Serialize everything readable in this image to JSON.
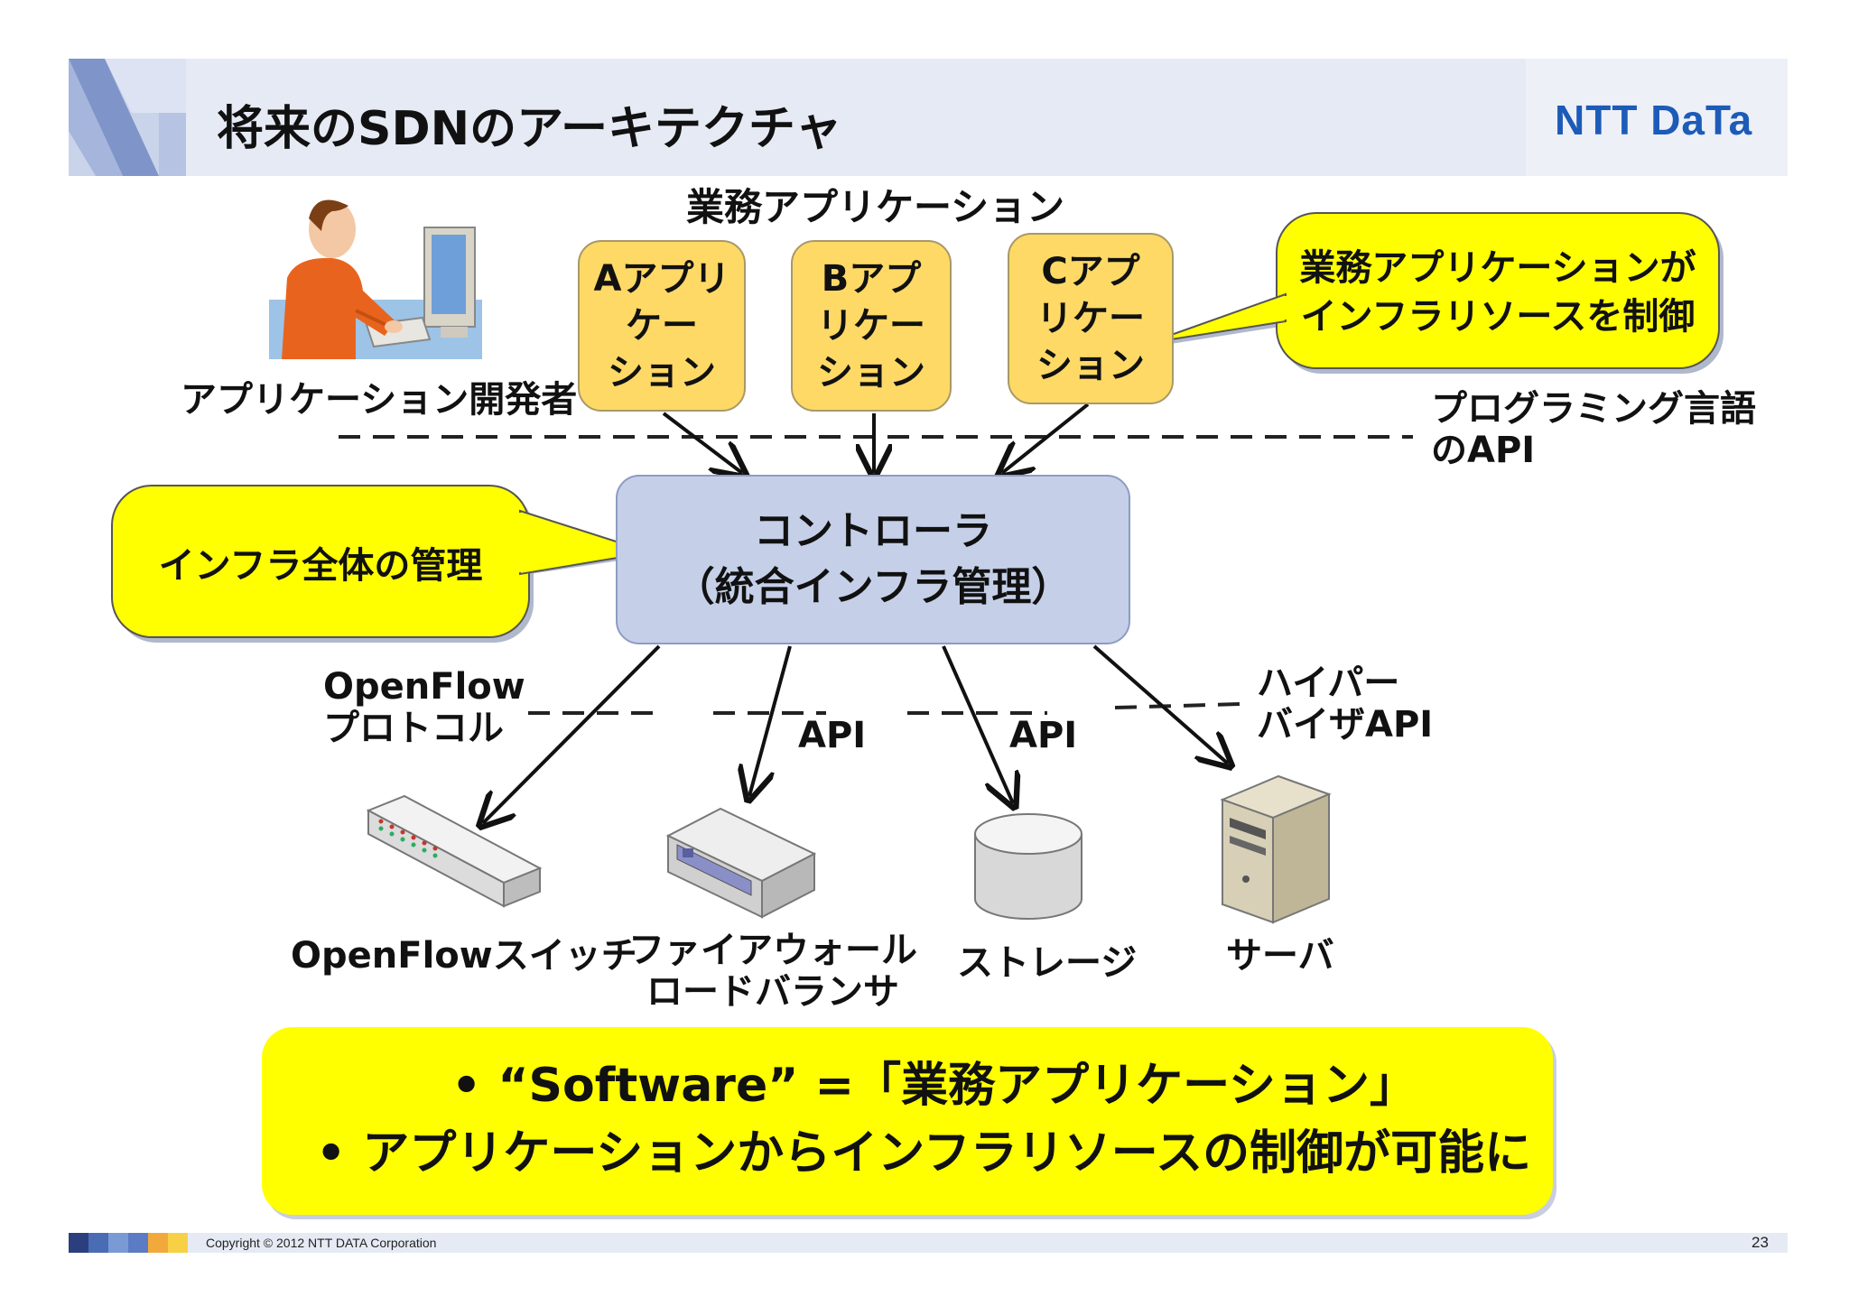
{
  "slide": {
    "title": "将来のSDNのアーキテクチャ",
    "logo": "NTT DaTa",
    "copyright": "Copyright © 2012 NTT DATA Corporation",
    "page_number": "23"
  },
  "diagram": {
    "business_apps_label": "業務アプリケーション",
    "apps": [
      "Aアプリ\nケー\nション",
      "Bアプ\nリケー\nション",
      "Cアプ\nリケー\nション"
    ],
    "developer_label": "アプリケーション開発者",
    "callout_right": [
      "業務アプリケーションが",
      "インフラリソースを制御"
    ],
    "programming_api_label": [
      "プログラミング言語",
      "のAPI"
    ],
    "controller": [
      "コントローラ",
      "（統合インフラ管理）"
    ],
    "callout_left": "インフラ全体の管理",
    "openflow_protocol_label": [
      "OpenFlow",
      "プロトコル"
    ],
    "api_label_1": "API",
    "api_label_2": "API",
    "hypervisor_api_label": [
      "ハイパー",
      "バイザAPI"
    ],
    "devices": {
      "switch": "OpenFlowスイッチ",
      "firewall": [
        "ファイアウォール",
        "ロードバランサ"
      ],
      "storage": "ストレージ",
      "server": "サーバ"
    }
  },
  "summary": [
    "•  “Software” =「業務アプリケーション」",
    "•  アプリケーションからインフラリソースの制御が可能に"
  ],
  "colors": {
    "header": "#e6eaf4",
    "app_box": "#fed966",
    "controller": "#c5d0e8",
    "callout": "#ffff00",
    "logo": "#1c5bb8"
  }
}
